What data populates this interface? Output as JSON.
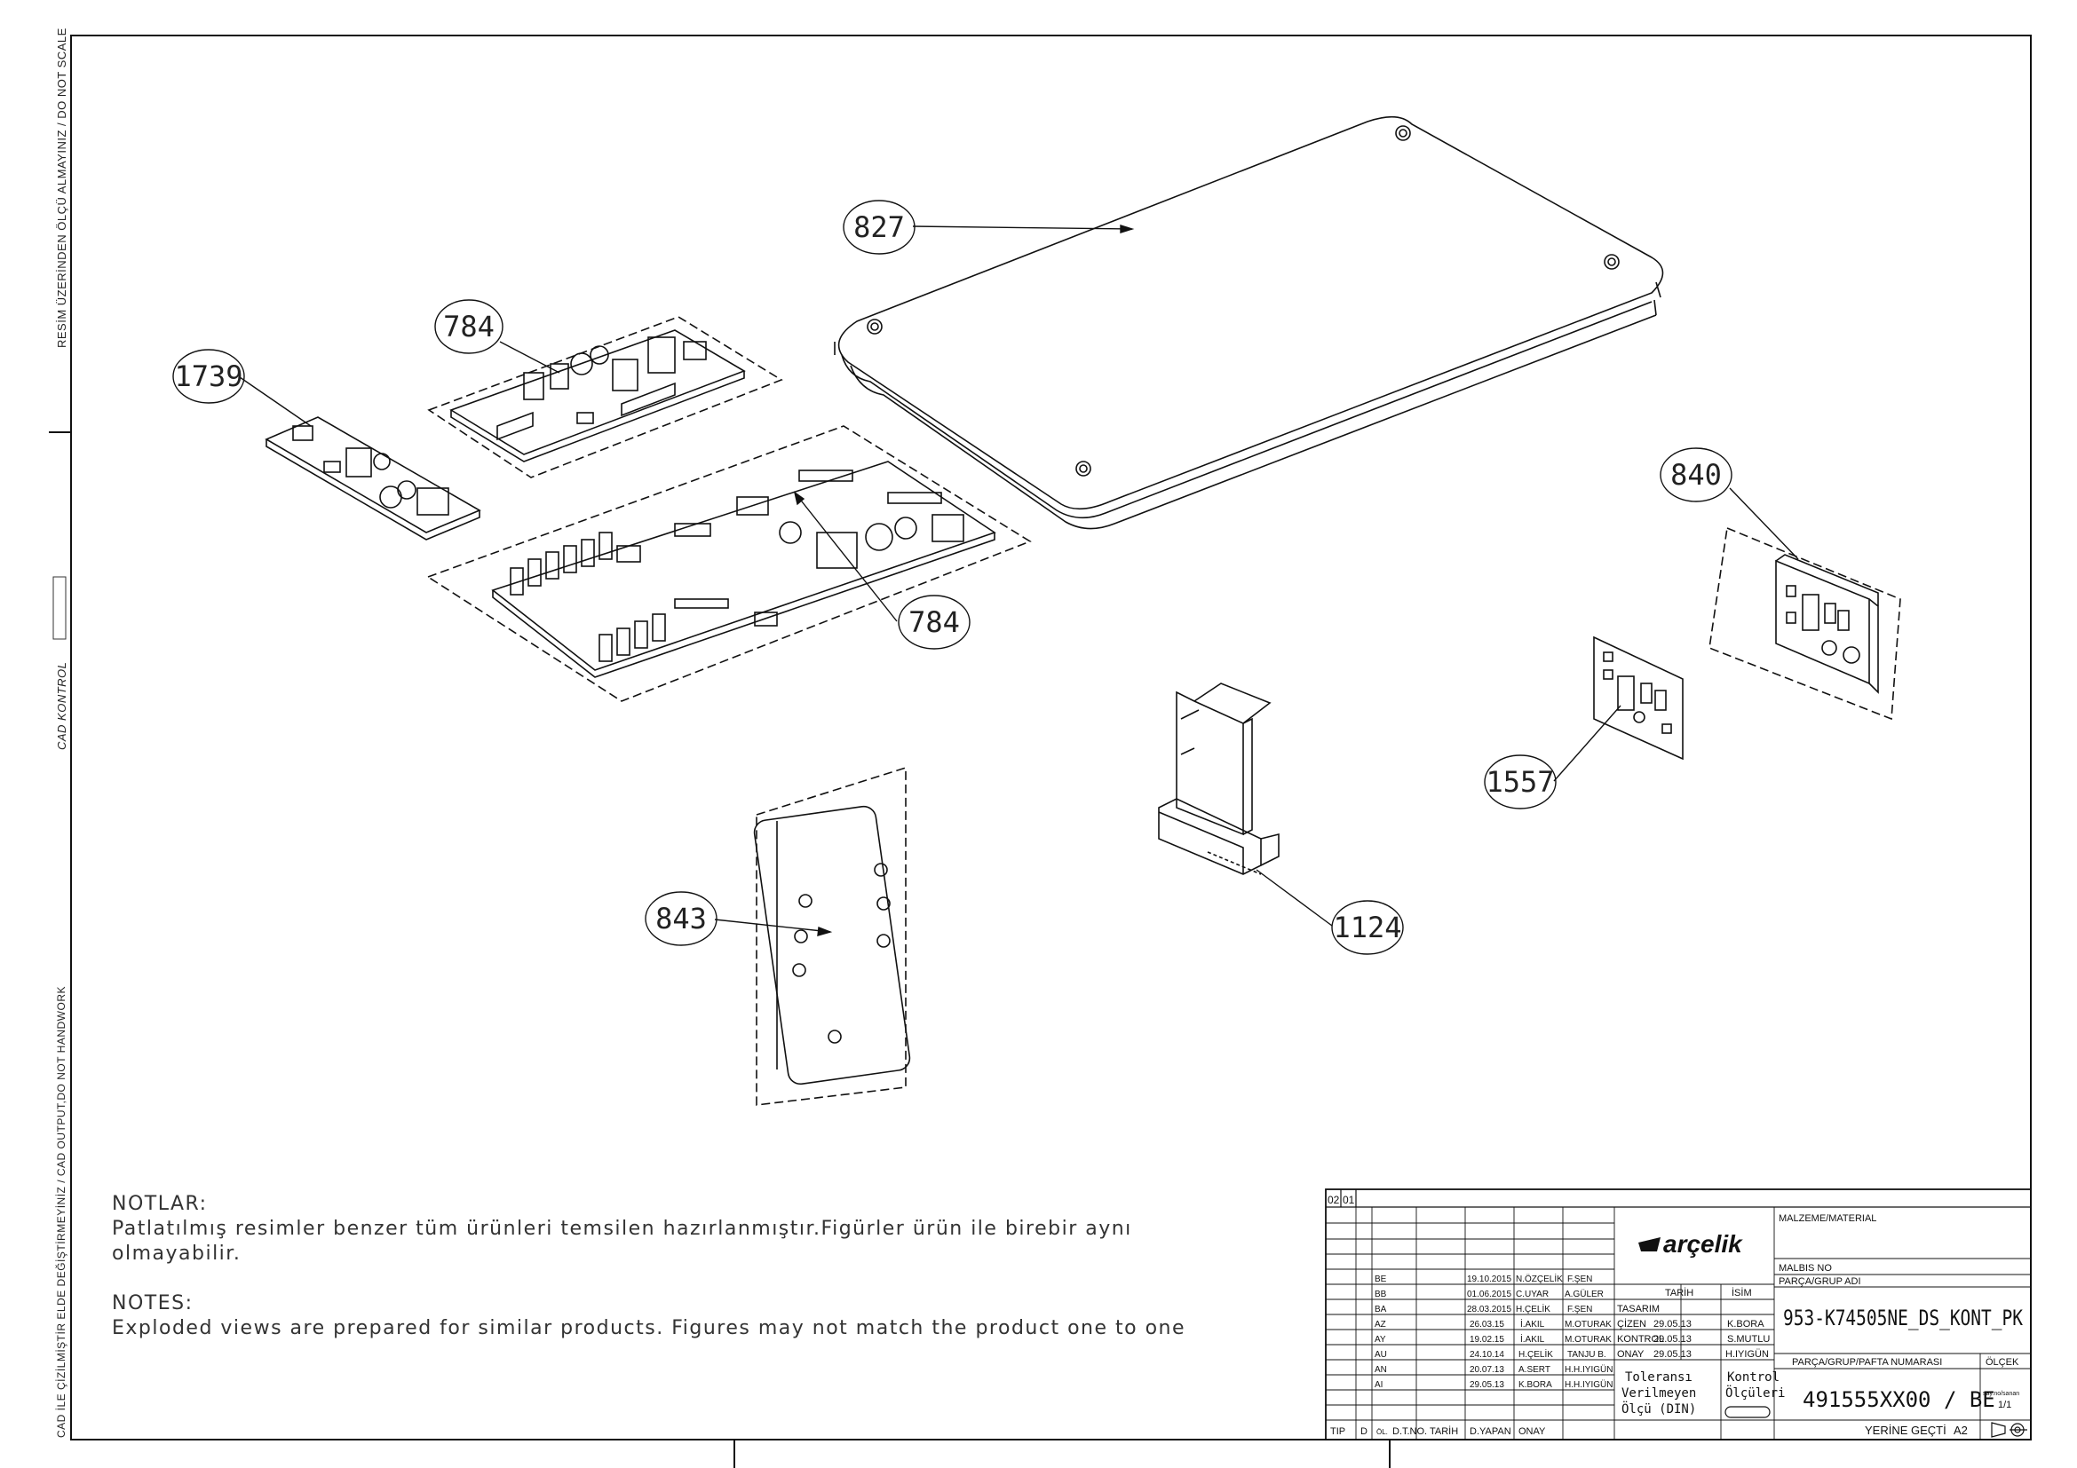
{
  "side_notes": {
    "top": "RESİM ÜZERİNDEN ÖLÇÜ ALMAYINIZ / DO NOT SCALE",
    "middle": "CAD KONTROL",
    "bottom": "CAD İLE ÇİZİLMİŞTİR ELDE DEĞİŞTİRMEYİNİZ / CAD OUTPUT,DO NOT HANDWORK"
  },
  "callouts": {
    "c827": "827",
    "c784a": "784",
    "c784b": "784",
    "c1739": "1739",
    "c840": "840",
    "c1557": "1557",
    "c1124": "1124",
    "c843": "843"
  },
  "notes": {
    "tr_title": "NOTLAR:",
    "tr_line1": "Patlatılmış  resimler benzer tüm ürünleri temsilen  hazırlanmıştır.Figürler ürün ile birebir aynı",
    "tr_line2": "olmayabilir.",
    "en_title": "NOTES:",
    "en_line1": "Exploded views are prepared for similar products. Figures  may not match the product one to one"
  },
  "title_block": {
    "sheet_nos": [
      "02",
      "01"
    ],
    "brand": "arçelik",
    "material_label": "MALZEME/MATERIAL",
    "malbis_label": "MALBIS NO",
    "part_group_label": "PARÇA/GRUP ADI",
    "part_group_name": "953-K74505NE_DS_KONT_PK",
    "part_number_label": "PARÇA/GRUP/PAFTA NUMARASI",
    "scale_label": "ÖLÇEK",
    "part_number": "491555XX00 / BE",
    "scale_small": "say.no/sanan",
    "scale_value": "1/1",
    "yerine_gecti": "YERİNE GEÇTİ",
    "sheet_size": "A2",
    "revisions": [
      {
        "rev": "BE",
        "date": "19.10.2015",
        "by": "N.ÖZÇELİK",
        "appr": "F.ŞEN"
      },
      {
        "rev": "BB",
        "date": "01.06.2015",
        "by": "C.UYAR",
        "appr": "A.GÜLER"
      },
      {
        "rev": "BA",
        "date": "28.03.2015",
        "by": "H.ÇELİK",
        "appr": "F.ŞEN"
      },
      {
        "rev": "AZ",
        "date": "26.03.15",
        "by": "İ.AKIL",
        "appr": "M.OTURAK"
      },
      {
        "rev": "AY",
        "date": "19.02.15",
        "by": "İ.AKIL",
        "appr": "M.OTURAK"
      },
      {
        "rev": "AU",
        "date": "24.10.14",
        "by": "H.ÇELİK",
        "appr": "TANJU B."
      },
      {
        "rev": "AN",
        "date": "20.07.13",
        "by": "A.SERT",
        "appr": "H.H.IYIGÜN"
      },
      {
        "rev": "AI",
        "date": "29.05.13",
        "by": "K.BORA",
        "appr": "H.H.IYIGÜN"
      }
    ],
    "sign_header": {
      "tarih": "TARİH",
      "isim": "İSİM"
    },
    "signatures": [
      {
        "role": "TASARIM",
        "date": "",
        "name": ""
      },
      {
        "role": "ÇİZEN",
        "date": "29.05.13",
        "name": "K.BORA"
      },
      {
        "role": "KONTROL",
        "date": "29.05.13",
        "name": "S.MUTLU"
      },
      {
        "role": "ONAY",
        "date": "29.05.13",
        "name": "H.IYIGÜN"
      }
    ],
    "tolerance_lines": [
      "Toleransı",
      "Verilmeyen",
      "Ölçü (DIN)"
    ],
    "control_lines": [
      "Kontrol",
      "Ölçüleri"
    ],
    "footer": [
      "TIP",
      "D",
      "ÖL.",
      "D.T.NO.",
      "TARİH",
      "D.YAPAN",
      "ONAY"
    ]
  }
}
